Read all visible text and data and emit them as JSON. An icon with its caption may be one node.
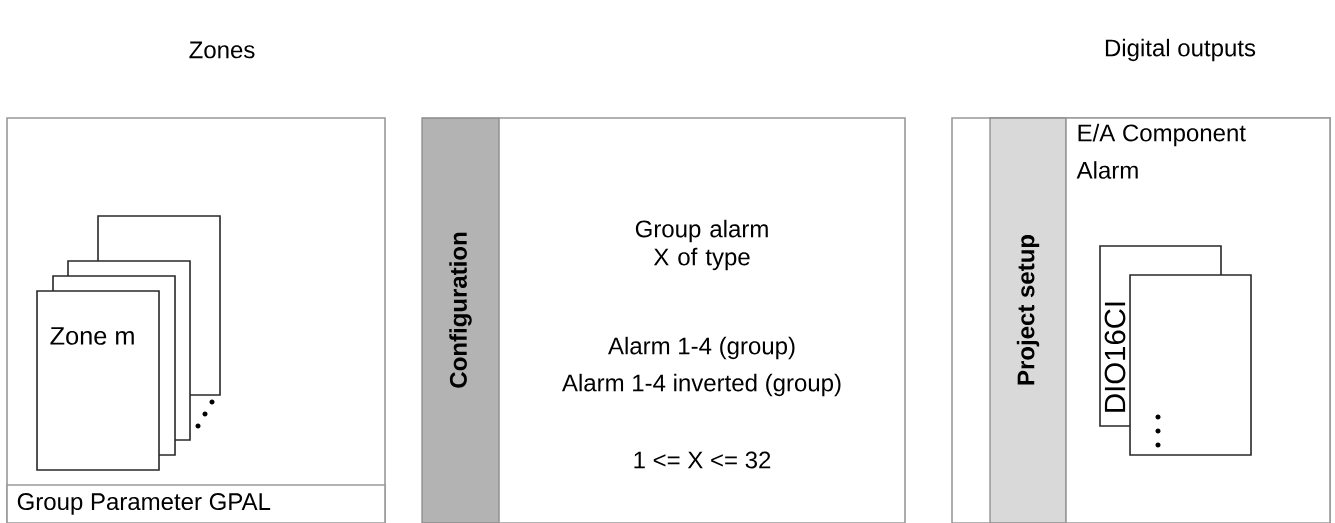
{
  "diagram": {
    "nodes": [
      {
        "text": [
          "Zones"
        ]
      },
      {
        "text": [
          "Zone m"
        ],
        "in": 0
      },
      {
        "text": [
          "Group Parameter GPAL"
        ],
        "in": 0
      },
      {
        "text": [
          "Configuration"
        ]
      },
      {
        "text": [
          "Group alarm X of type",
          "Alarm 1-4 (group)",
          "Alarm 1-4 inverted (group)",
          "1 <= X <= 32"
        ]
      },
      {
        "text": [
          "Digital outputs"
        ]
      },
      {
        "text": [
          "Project setup"
        ],
        "in": 5
      },
      {
        "text": [
          "E/A Component",
          "Alarm"
        ],
        "in": 5
      },
      {
        "text": [
          "DIO16CI"
        ],
        "in": 7
      },
      {
        "text": [],
        "shape": "box",
        "in": 7
      }
    ],
    "edges": []
  }
}
